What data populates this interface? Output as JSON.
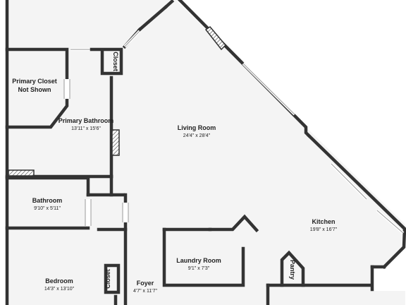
{
  "floorplan": {
    "rooms": [
      {
        "name": "Primary Closet",
        "name2": "Not Shown",
        "dims": ""
      },
      {
        "name": "Closet",
        "dims": ""
      },
      {
        "name": "Primary Bathroom",
        "dims": "13'11\" x 15'6\""
      },
      {
        "name": "Living Room",
        "dims": "24'4\" x 28'4\""
      },
      {
        "name": "Bathroom",
        "dims": "9'10\" x 5'11\""
      },
      {
        "name": "Kitchen",
        "dims": "19'8\" x 16'7\""
      },
      {
        "name": "Laundry Room",
        "dims": "9'1\" x 7'3\""
      },
      {
        "name": "Pantry",
        "dims": ""
      },
      {
        "name": "Bedroom",
        "dims": "14'3\" x 13'10\""
      },
      {
        "name": "Closet",
        "dims": ""
      },
      {
        "name": "Foyer",
        "dims": "4'7\" x 11'7\""
      }
    ],
    "colors": {
      "wall": "#333333",
      "floor": "#f4f4f4",
      "window": "#ffffff",
      "background": "#ffffff"
    }
  }
}
